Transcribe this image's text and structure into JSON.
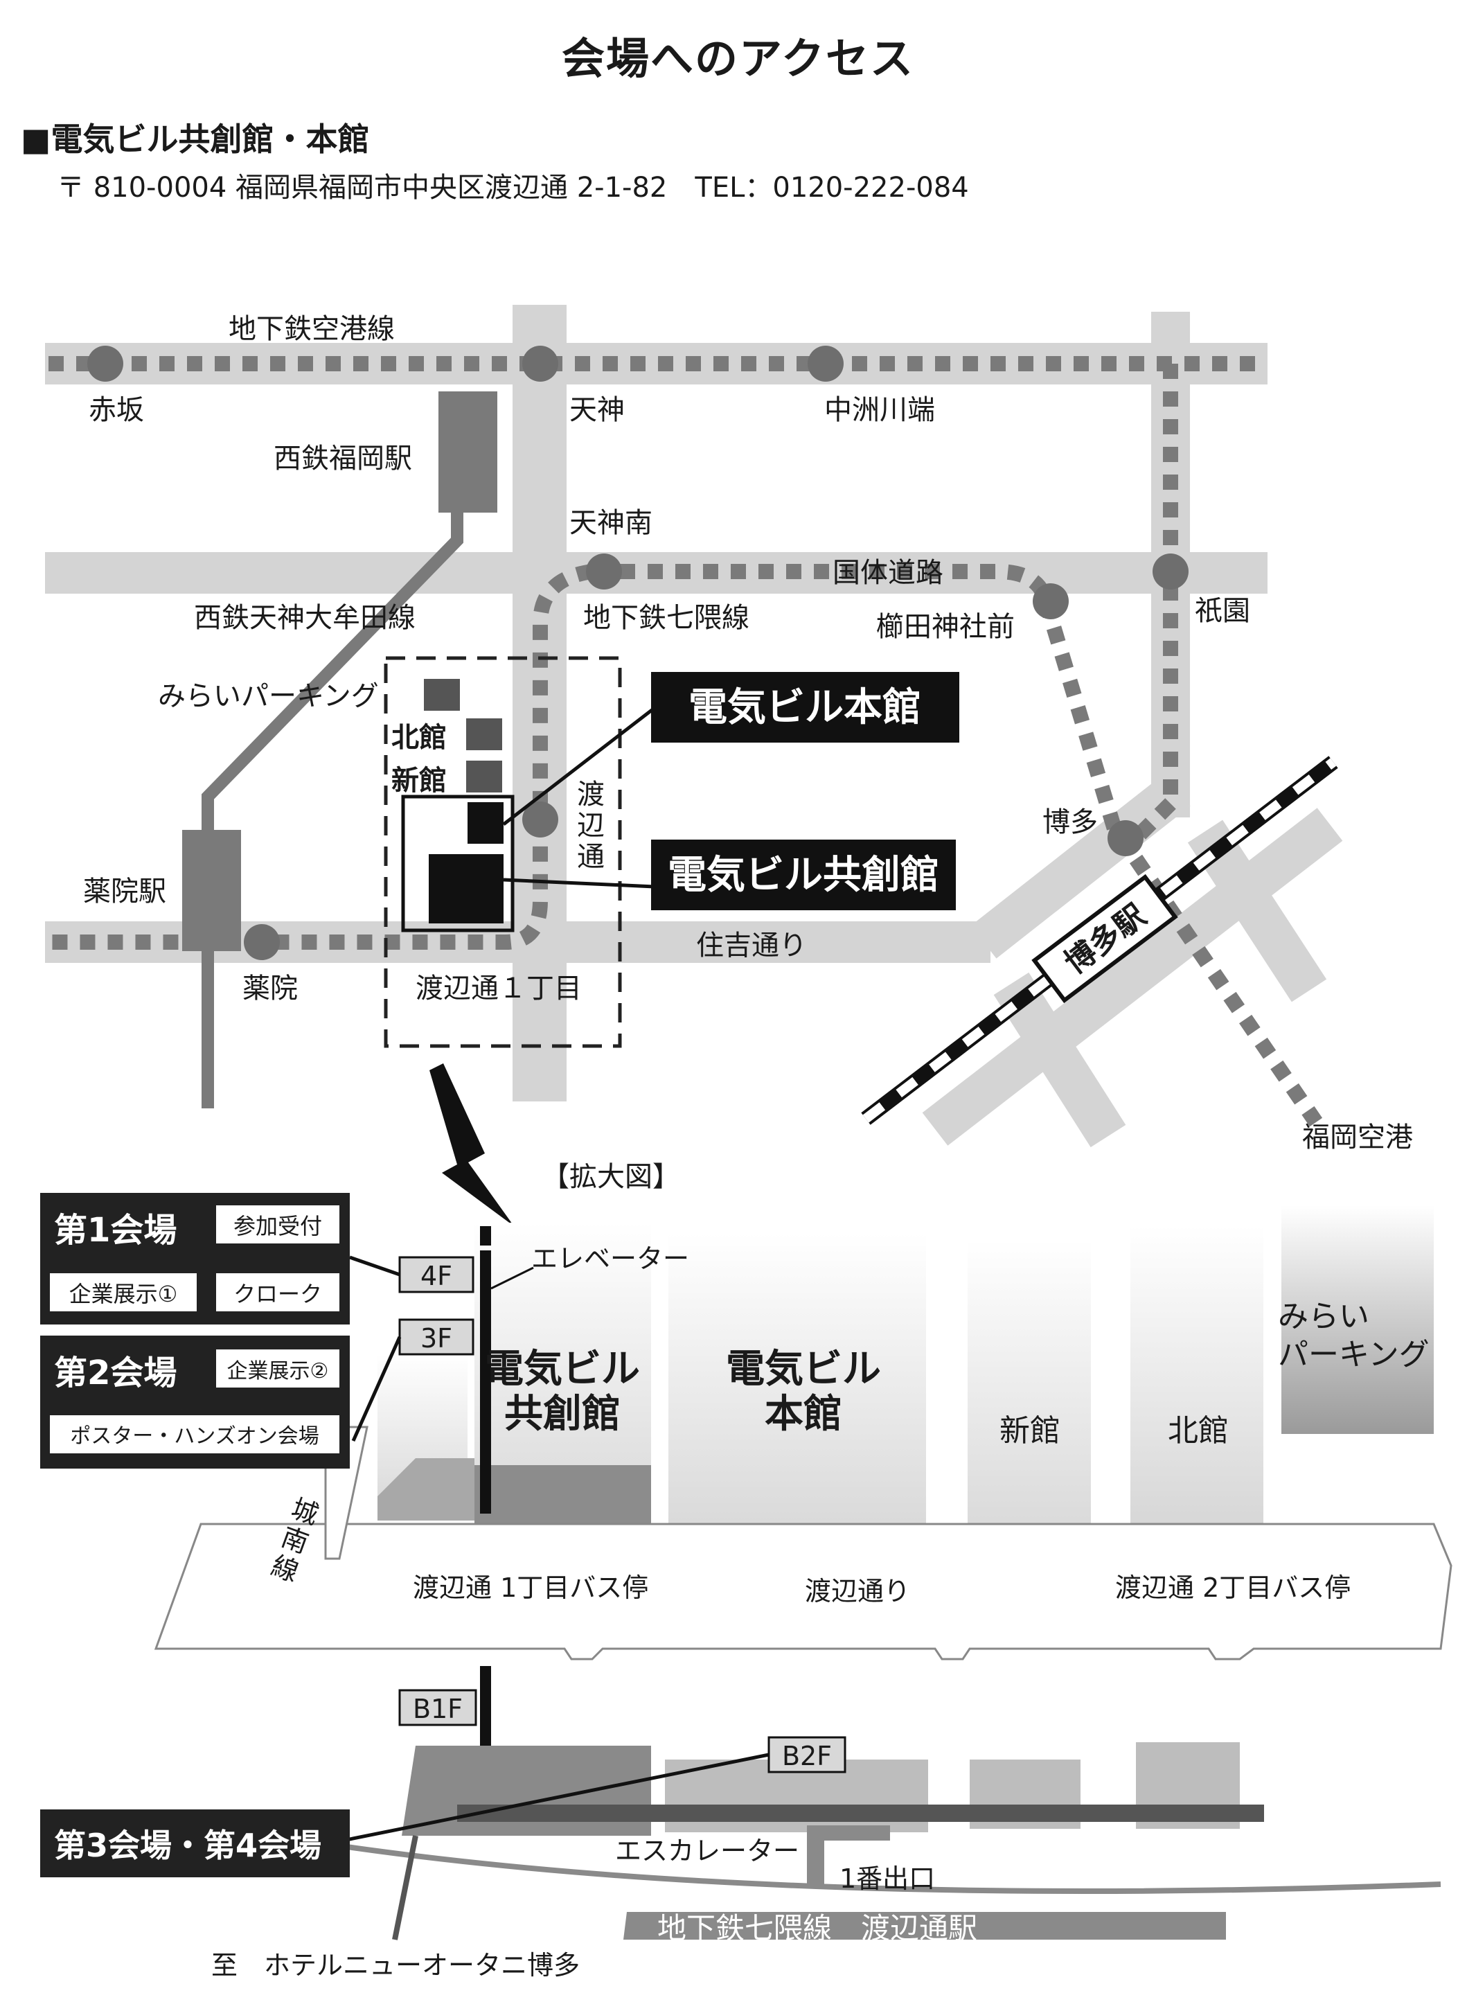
{
  "page_title": "会場へのアクセス",
  "venue_name": "■電気ビル共創館・本館",
  "address": "〒 810-0004 福岡県福岡市中央区渡辺通 2-1-82　TEL：0120-222-084",
  "map": {
    "lines": {
      "subway_airport": "地下鉄空港線",
      "subway_nanakuma": "地下鉄七隈線",
      "nishitetsu": "西鉄天神大牟田線",
      "kokutai": "国体道路",
      "sumiyoshi": "住吉通り",
      "watanabe_v": [
        "渡",
        "辺",
        "通"
      ]
    },
    "stations": {
      "akasaka": "赤坂",
      "tenjin": "天神",
      "nakasu": "中洲川端",
      "nishitetsu_fukuoka": "西鉄福岡駅",
      "tenjin_minami": "天神南",
      "kushida": "櫛田神社前",
      "gion": "祇園",
      "hakata": "博多",
      "hakata_eki": "博多駅",
      "yakuin_eki": "薬院駅",
      "yakuin": "薬院",
      "watanabe_1": "渡辺通１丁目",
      "airport": "福岡空港"
    },
    "buildings": {
      "mirai": "みらいパーキング",
      "kitakan": "北館",
      "shinkan": "新館"
    },
    "callouts": {
      "honkan": "電気ビル本館",
      "kyoso": "電気ビル共創館"
    }
  },
  "detail": {
    "title": "【拡大図】",
    "elevator": "エレベーター",
    "escalator": "エスカレーター",
    "exit1": "1番出口",
    "floors": [
      "4F",
      "3F",
      "B1F",
      "B2F"
    ],
    "bldg_kyoso": [
      "電気ビル",
      "共創館"
    ],
    "bldg_honkan": [
      "電気ビル",
      "本館"
    ],
    "bldg_shinkan": "新館",
    "bldg_kitakan": "北館",
    "mirai": [
      "みらい",
      "パーキング"
    ],
    "jonan": [
      "城",
      "南",
      "線"
    ],
    "bus1": "渡辺通 1丁目バス停",
    "bus2": "渡辺通 2丁目バス停",
    "street": "渡辺通り",
    "subway_station": "地下鉄七隈線　渡辺通駅",
    "hotel": "至　ホテルニューオータニ博多"
  },
  "halls": {
    "hall1": {
      "name": "第1会場",
      "tags": [
        "参加受付",
        "企業展示①",
        "クローク"
      ]
    },
    "hall2": {
      "name": "第2会場",
      "tags": [
        "企業展示②",
        "ポスター・ハンズオン会場"
      ]
    },
    "hall34": {
      "name": "第3会場・第4会場"
    }
  },
  "colors": {
    "road": "#d4d4d4",
    "rail": "#7a7a7a",
    "station": "#6e6e6e",
    "dark": "#222222"
  }
}
